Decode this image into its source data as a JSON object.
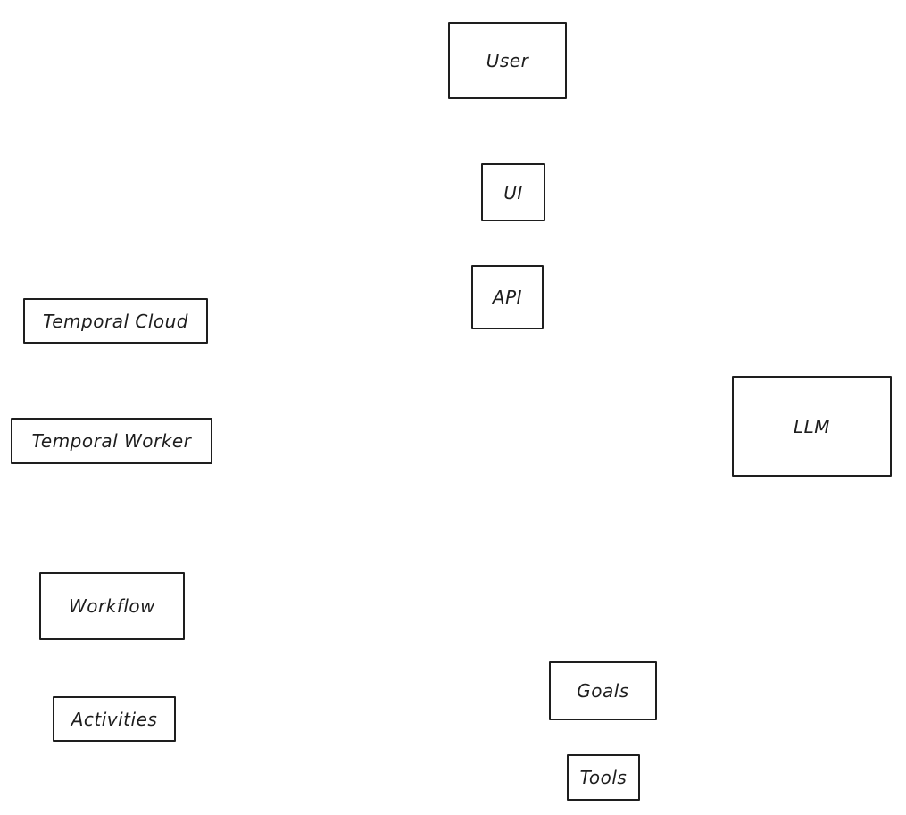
{
  "nodes": {
    "user": "User",
    "ui": "UI",
    "api": "API",
    "temporal_cloud": "Temporal Cloud",
    "temporal_worker": "Temporal Worker",
    "llm": "LLM",
    "workflow": "Workflow",
    "activities": "Activities",
    "goals": "Goals",
    "tools": "Tools"
  },
  "colors": {
    "stroke": "#1e1e1e",
    "background": "#ffffff"
  }
}
